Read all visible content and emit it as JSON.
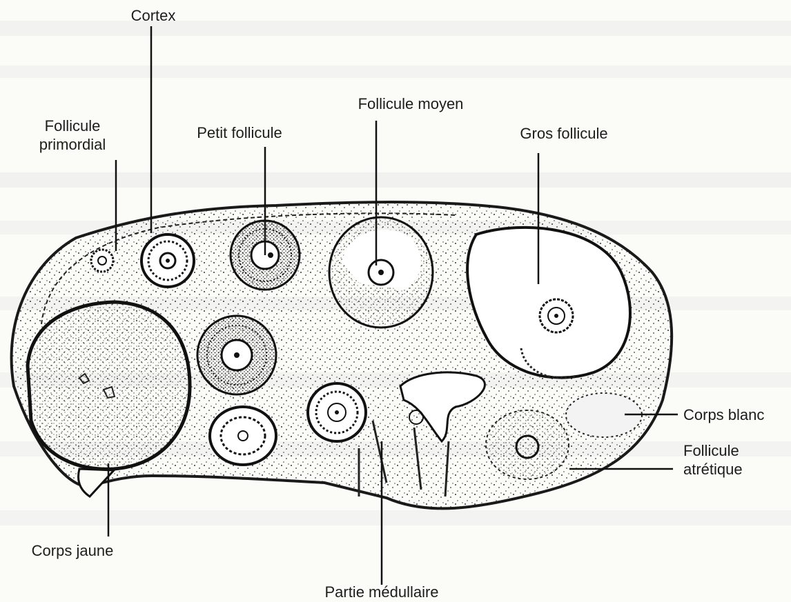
{
  "figure": {
    "labels": {
      "cortex": "Cortex",
      "follicule_primordial_1": "Follicule",
      "follicule_primordial_2": "primordial",
      "petit_follicule": "Petit follicule",
      "follicule_moyen": "Follicule moyen",
      "gros_follicule": "Gros follicule",
      "corps_blanc": "Corps blanc",
      "follicule_atretique_1": "Follicule",
      "follicule_atretique_2": "atrétique",
      "corps_jaune": "Corps jaune",
      "partie_medullaire": "Partie médullaire"
    },
    "colors": {
      "ink": "#1d1d1d",
      "paper": "#fbfbf8",
      "ghost_text": "#bcbcbc"
    }
  }
}
